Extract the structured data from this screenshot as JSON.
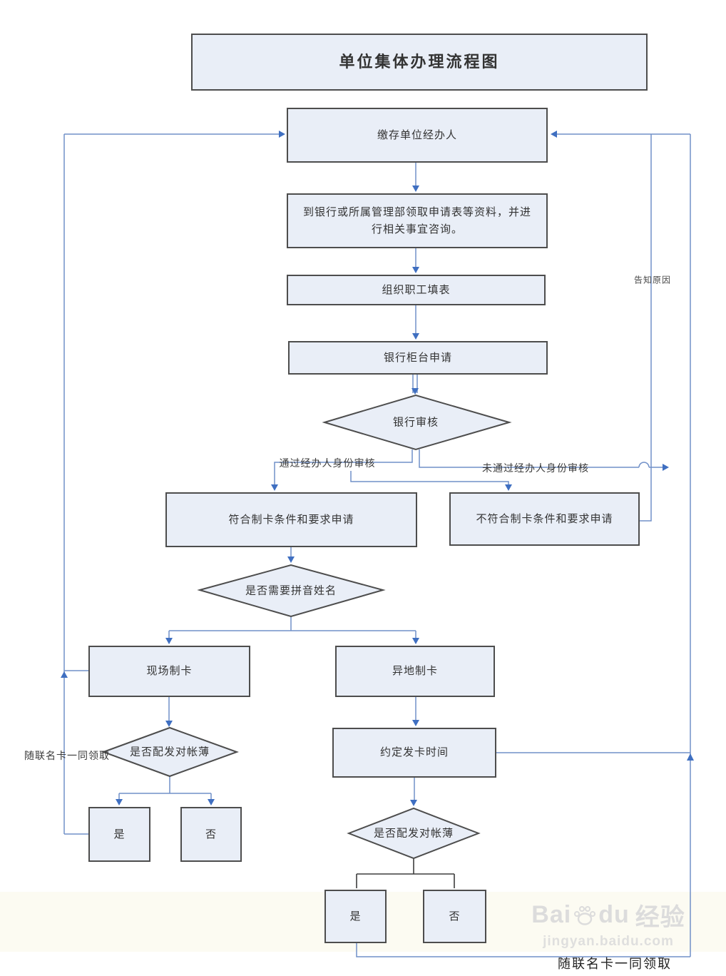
{
  "title": "单位集体办理流程图",
  "colors": {
    "line_color": "#7090c8",
    "arrow_color": "#3f6fc1",
    "dark_line_color": "#3d3d3d",
    "node_fill": "#e9eef7",
    "node_border": "#4d4d4d",
    "text_color": "#333333",
    "watermark_color": "#dcdcdc",
    "band_color": "#faf8e8"
  },
  "nodes": {
    "agent": {
      "label": "缴存单位经办人"
    },
    "materials": {
      "label": "到银行或所属管理部领取申请表等资料，并进行相关事宜咨询。"
    },
    "organize": {
      "label": "组织职工填表"
    },
    "counter": {
      "label": "银行柜台申请"
    },
    "review": {
      "label": "银行审核"
    },
    "qualified": {
      "label": "符合制卡条件和要求申请"
    },
    "unqualified": {
      "label": "不符合制卡条件和要求申请"
    },
    "pinyin": {
      "label": "是否需要拼音姓名"
    },
    "onsite": {
      "label": "现场制卡"
    },
    "offsite": {
      "label": "异地制卡"
    },
    "passbook_left": {
      "label": "是否配发对帐薄"
    },
    "yes_left": {
      "label": "是"
    },
    "no_left": {
      "label": "否"
    },
    "card_time": {
      "label": "约定发卡时间"
    },
    "passbook_right": {
      "label": "是否配发对帐薄"
    },
    "yes_right": {
      "label": "是"
    },
    "no_right": {
      "label": "否"
    }
  },
  "edge_labels": {
    "pass": "通过经办人身份审核",
    "fail": "未通过经办人身份审核",
    "inform_reason": "告知原因",
    "pickup_left": "随联名卡一同领取",
    "pickup_bottom": "随联名卡一同领取"
  },
  "watermark": {
    "brand_left": "Bai",
    "brand_right": "du",
    "suffix": "经验",
    "domain": "jingyan.baidu.com"
  }
}
